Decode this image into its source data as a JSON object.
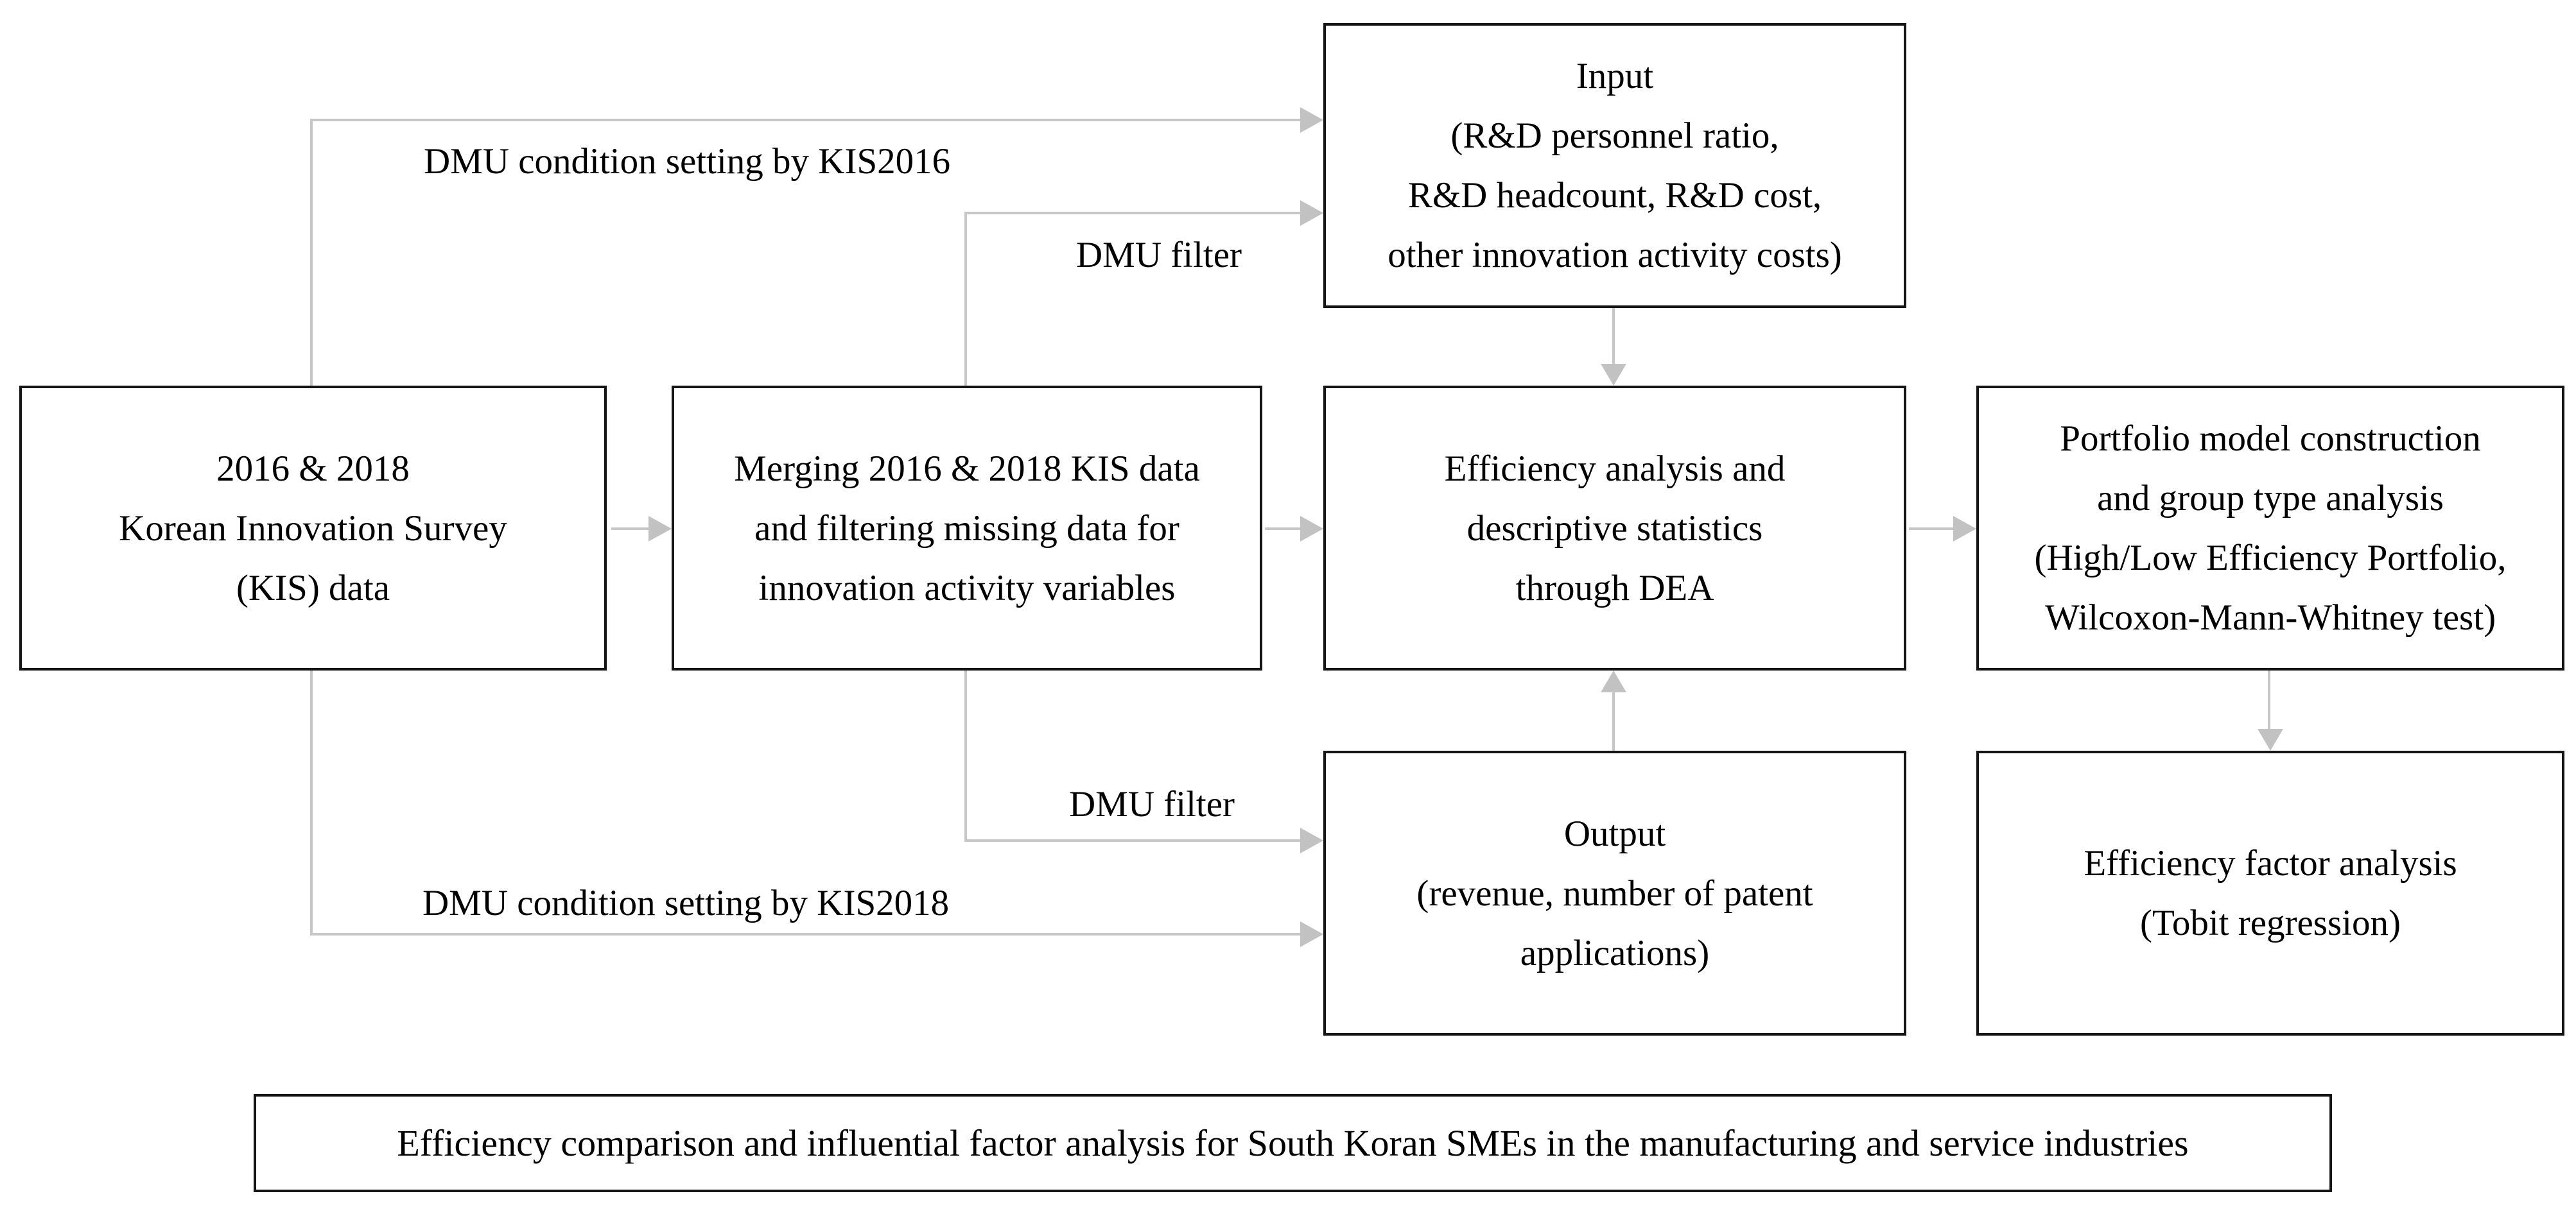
{
  "colors": {
    "background": "#ffffff",
    "box_border": "#151515",
    "text": "#000000",
    "arrow": "#c7c7c7"
  },
  "boxes": {
    "kis_data": {
      "lines": [
        "2016 & 2018",
        "Korean Innovation Survey",
        "(KIS) data"
      ]
    },
    "merging": {
      "lines": [
        "Merging 2016 & 2018 KIS data",
        "and filtering missing data for",
        "innovation activity variables"
      ]
    },
    "input": {
      "lines": [
        "Input",
        "(R&D personnel ratio,",
        "R&D headcount, R&D cost,",
        "other innovation activity costs)"
      ]
    },
    "dea": {
      "lines": [
        "Efficiency analysis and",
        "descriptive statistics",
        "through DEA"
      ]
    },
    "portfolio": {
      "lines": [
        "Portfolio model construction",
        "and group type analysis",
        "(High/Low Efficiency Portfolio,",
        "Wilcoxon-Mann-Whitney test)"
      ]
    },
    "output": {
      "lines": [
        "Output",
        "(revenue, number of patent",
        "applications)"
      ]
    },
    "factor": {
      "lines": [
        "Efficiency factor analysis",
        "(Tobit regression)"
      ]
    },
    "banner": {
      "text": "Efficiency comparison and influential factor analysis for South Koran SMEs in the manufacturing and service industries"
    }
  },
  "labels": {
    "kis2016": "DMU condition setting by KIS2016",
    "filter_top": "DMU filter",
    "filter_bottom": "DMU filter",
    "kis2018": "DMU condition setting by KIS2018"
  }
}
